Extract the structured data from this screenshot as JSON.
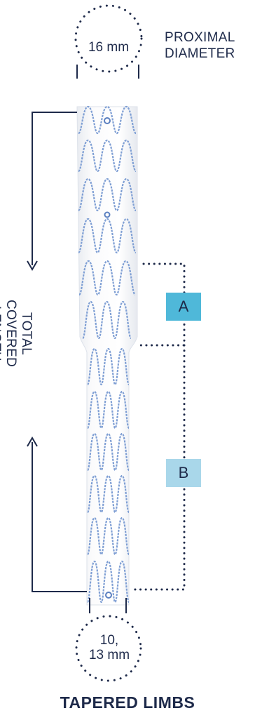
{
  "diagram": {
    "title": "TAPERED LIMBS",
    "proximal_label": "PROXIMAL\nDIAMETER",
    "proximal_diameter": "16 mm",
    "distal_diameter": "10,\n13 mm",
    "length_label": "TOTAL COVERED\nLENGTH",
    "segment_a": "A",
    "segment_b": "B",
    "colors": {
      "text": "#1e2a4a",
      "stent_wire": "#7f9fd4",
      "segment_a_fill": "#4fb8d9",
      "segment_b_fill": "#a9d7ea"
    }
  }
}
